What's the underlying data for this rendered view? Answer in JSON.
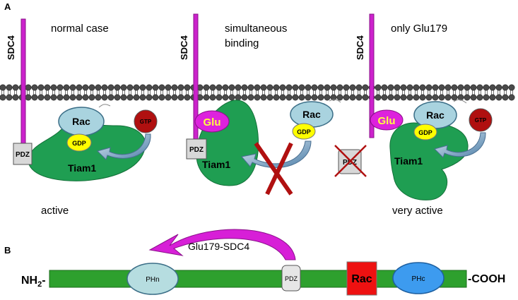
{
  "panel_a": {
    "label": "A",
    "protein_label": "SDC4",
    "domain_labels": {
      "pdz": "PDZ",
      "rac": "Rac",
      "gdp": "GDP",
      "gtp": "GTP",
      "tiam": "Tiam1",
      "glu": "Glu"
    },
    "scenarios": [
      {
        "title_line1": "normal case",
        "title_line2": "",
        "outcome": "active"
      },
      {
        "title_line1": "simultaneous",
        "title_line2": "binding",
        "outcome": ""
      },
      {
        "title_line1": "only Glu179",
        "title_line2": "",
        "outcome": "very active"
      }
    ]
  },
  "panel_b": {
    "label": "B",
    "n_terminus": "NH",
    "n_terminus_sub": "2",
    "n_terminus_dash": "-",
    "c_terminus": "-COOH",
    "arrow_label": "Glu179-SDC4",
    "domains": {
      "phn": "PHn",
      "pdz": "PDZ",
      "rac": "Rac",
      "phc": "PHc"
    }
  },
  "colors": {
    "sdc4": "#cc22cc",
    "tiam": "#1f9e52",
    "rac": "#a9d3df",
    "gdp": "#ffff00",
    "gtp": "#b01010",
    "glu": "#dd22dd",
    "glu_text": "#ffff40",
    "pdz": "#d8d8d8",
    "rac_box": "#ee1111",
    "phc": "#3d9bef",
    "phn": "#b6dde0",
    "chain": "#2ea02e",
    "cross": "#b01010"
  }
}
